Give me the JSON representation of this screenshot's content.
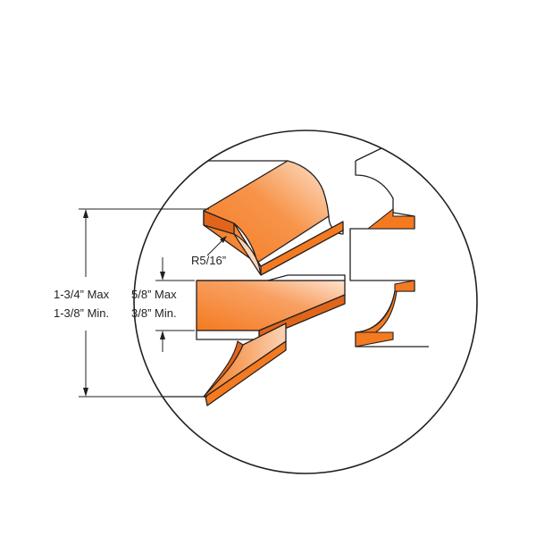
{
  "labels": {
    "radius": "R5/16”",
    "overall_max": "1-3/4” Max",
    "overall_min": "1-3/8” Min.",
    "groove_max": "5/8” Max",
    "groove_min": "3/8” Min."
  },
  "colors": {
    "orange_light": "#fbd3b5",
    "orange": "#f47a20",
    "orange_dark": "#e0651a",
    "line": "#231f20",
    "background": "#ffffff"
  }
}
